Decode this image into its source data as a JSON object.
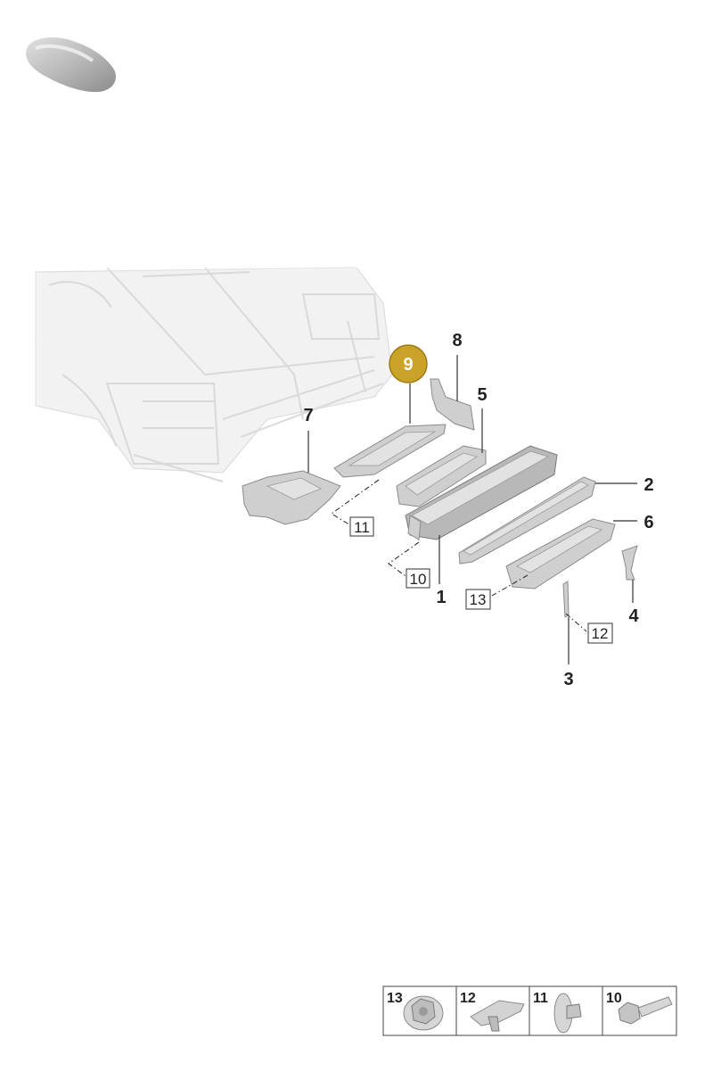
{
  "highlight": {
    "label": "9",
    "color": "#c9a227"
  },
  "callouts": [
    "8",
    "5",
    "7",
    "2",
    "6",
    "1",
    "4",
    "3"
  ],
  "boxed_refs": [
    "11",
    "10",
    "13",
    "12"
  ],
  "legend": [
    "13",
    "12",
    "11",
    "10"
  ]
}
